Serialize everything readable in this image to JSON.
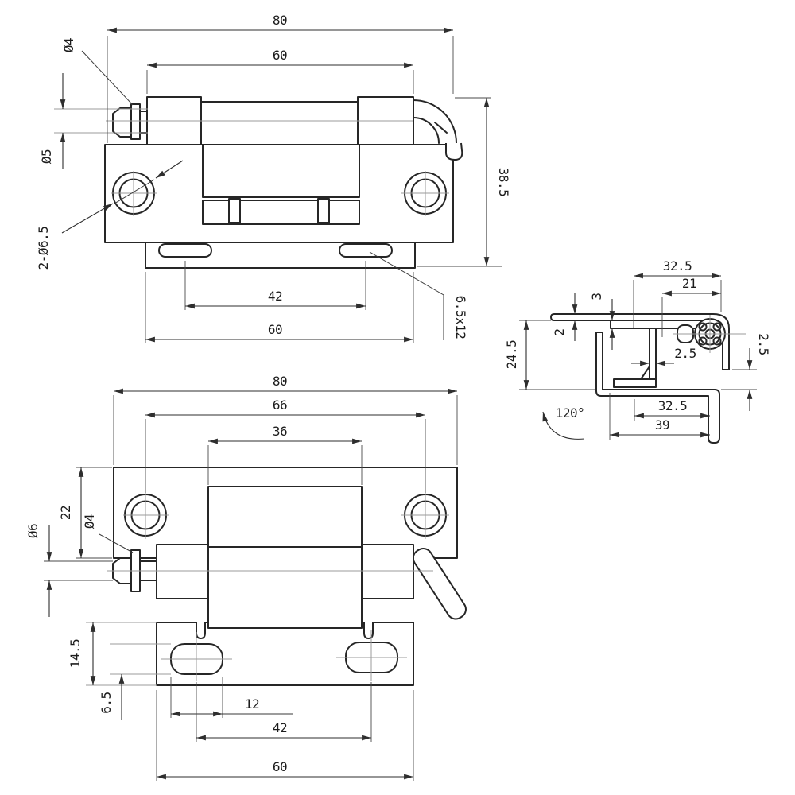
{
  "drawing": {
    "type": "engineering-drawing",
    "subject": "concealed hinge with mounting plates",
    "line_color": "#262626",
    "centerline_color": "#9b9b9b",
    "background": "#ffffff"
  },
  "views": {
    "top_view": {
      "dims": {
        "overall_width": "80",
        "barrel_length": "60",
        "pin_tip_diameter": "Ø4",
        "pin_shaft_diameter": "Ø5",
        "mounting_holes": "2-Ø6.5",
        "overall_height": "38.5",
        "slot_center_distance": "42",
        "base_plate_width": "60",
        "slot_size": "6.5x12"
      }
    },
    "section_view": {
      "dims": {
        "flange_offset_top": "32.5",
        "pivot_offset": "21",
        "leaf_thickness": "3",
        "sheet_thickness": "2",
        "profile_depth": "24.5",
        "web_thickness": "2.5",
        "edge_clearance": "2.5",
        "flange_offset_bottom": "32.5",
        "overall_depth": "39",
        "opening_angle": "120°"
      }
    },
    "bottom_view": {
      "dims": {
        "overall_width": "80",
        "hole_center_distance": "66",
        "cutout_width": "36",
        "plate_height": "22",
        "washer_diameter": "Ø4",
        "pin_diameter": "Ø6",
        "base_plate_height": "14.5",
        "slot_edge_offset": "6.5",
        "slot_length": "12",
        "slot_center_distance": "42",
        "base_plate_width": "60"
      }
    }
  }
}
